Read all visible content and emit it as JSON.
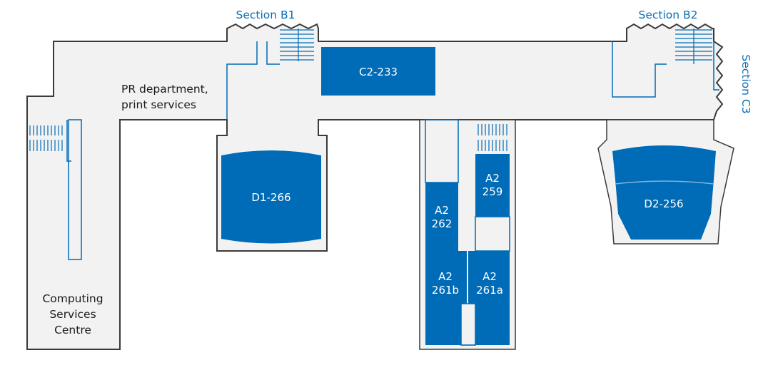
{
  "sections": {
    "b1": "Section B1",
    "b2": "Section B2",
    "c3": "Section C3"
  },
  "areas": {
    "pr_line1": "PR department,",
    "pr_line2": "print services",
    "csc_line1": "Computing",
    "csc_line2": "Services",
    "csc_line3": "Centre"
  },
  "rooms": {
    "c2_233": "C2-233",
    "d1_266": "D1-266",
    "d2_256": "D2-256",
    "a2_259_l1": "A2",
    "a2_259_l2": "259",
    "a2_262_l1": "A2",
    "a2_262_l2": "262",
    "a2_261b_l1": "A2",
    "a2_261b_l2": "261b",
    "a2_261a_l1": "A2",
    "a2_261a_l2": "261a"
  },
  "colors": {
    "room": "#006bb6",
    "floor": "#f2f2f2",
    "wall": "#3a3a3a",
    "section_label": "#0a6fb5"
  }
}
